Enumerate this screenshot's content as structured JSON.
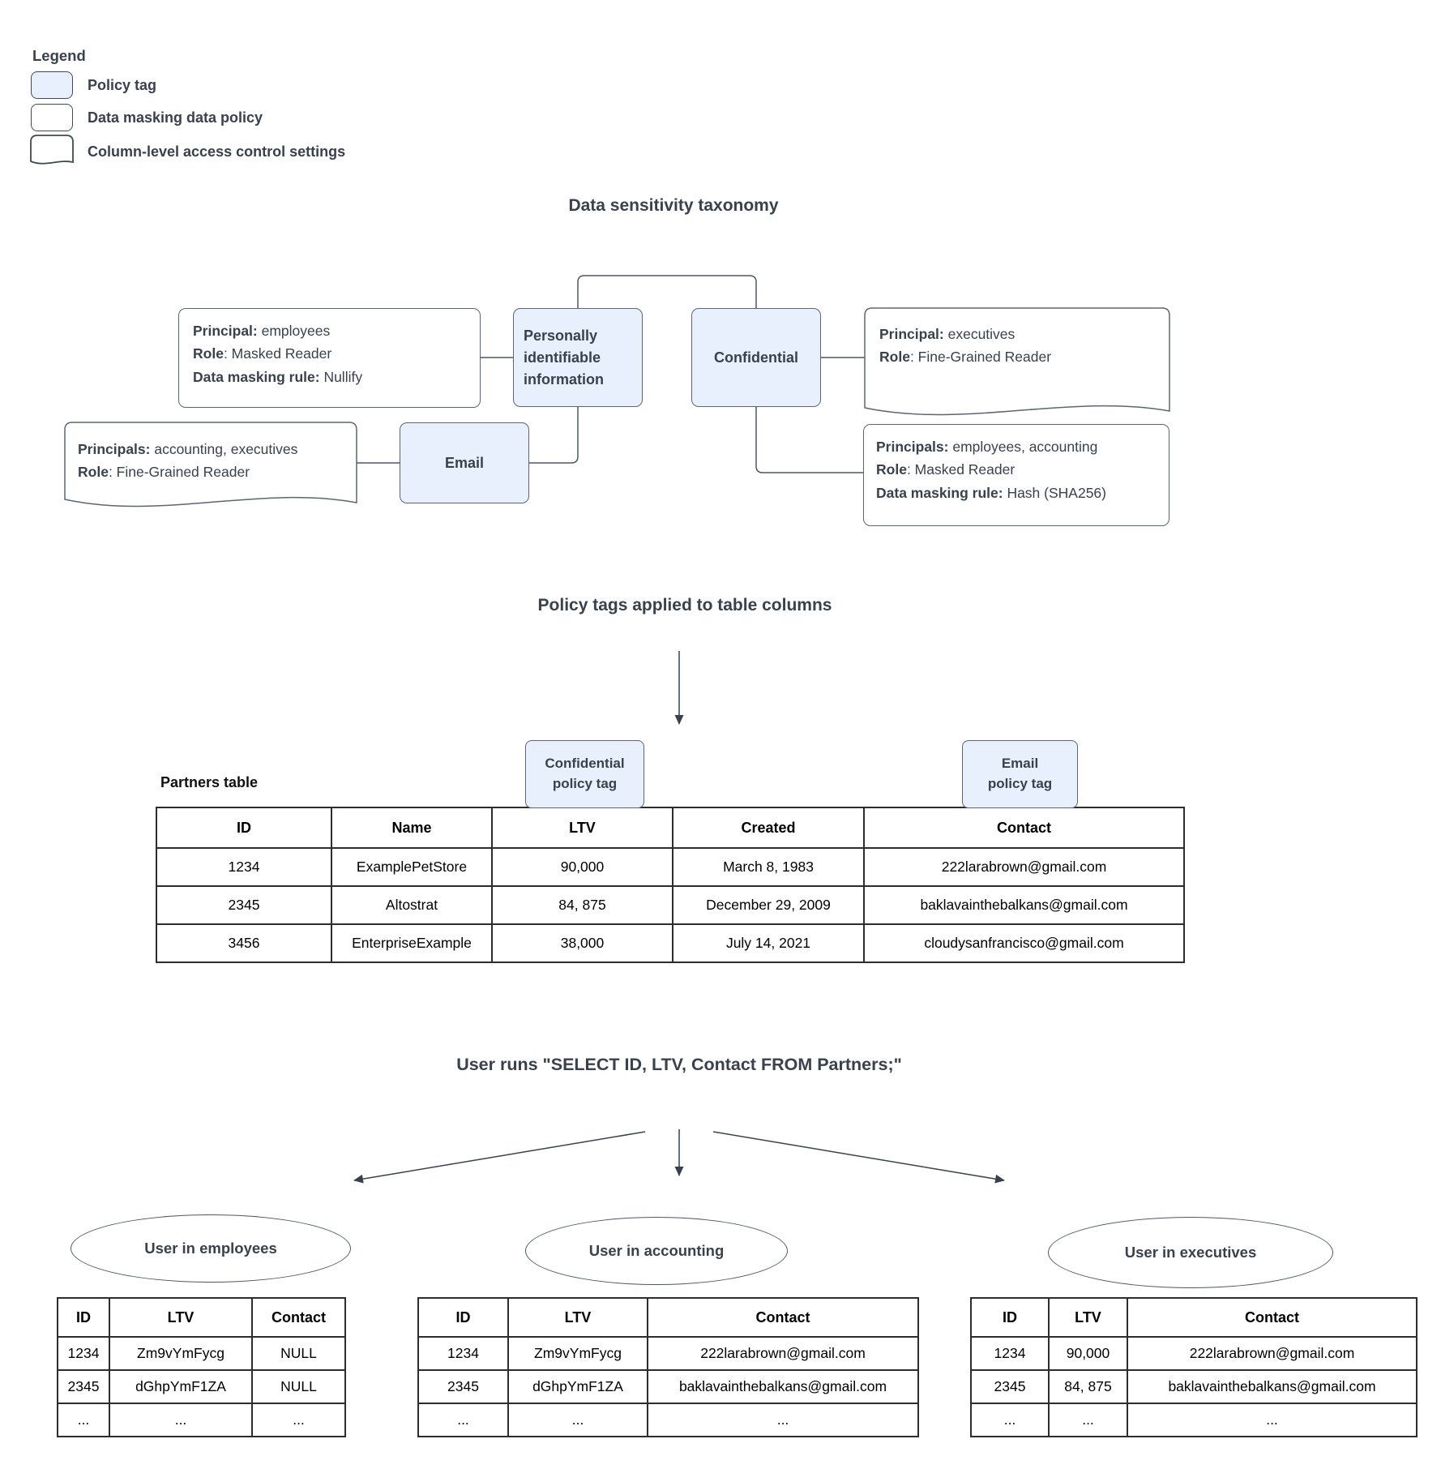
{
  "colors": {
    "policy_tag_fill": "#e8f0fe",
    "shape_line": "#5b6673",
    "text_dark": "#38414d",
    "table_border": "#2d2d2d"
  },
  "legend": {
    "title": "Legend",
    "items": [
      {
        "label": "Policy tag"
      },
      {
        "label": "Data masking data policy"
      },
      {
        "label": "Column-level access control settings"
      }
    ]
  },
  "taxonomy": {
    "title": "Data sensitivity taxonomy",
    "nodes": {
      "pii": "Personally identifiable information",
      "confidential": "Confidential",
      "email": "Email"
    },
    "policies": {
      "employees_nullify": {
        "lines": [
          {
            "label": "Principal:",
            "value": " employees"
          },
          {
            "label": "Role",
            "value": ": Masked Reader"
          },
          {
            "label": "Data masking rule:",
            "value": " Nullify"
          }
        ]
      },
      "accounting_executives": {
        "lines": [
          {
            "label": "Principals:",
            "value": " accounting, executives"
          },
          {
            "label": "Role",
            "value": ": Fine-Grained Reader"
          }
        ]
      },
      "executives_finegrained": {
        "lines": [
          {
            "label": "Principal:",
            "value": " executives"
          },
          {
            "label": "Role",
            "value": ": Fine-Grained Reader"
          }
        ]
      },
      "employees_accounting_hash": {
        "lines": [
          {
            "label": "Principals:",
            "value": " employees, accounting"
          },
          {
            "label": "Role",
            "value": ": Masked Reader"
          },
          {
            "label": "Data masking rule:",
            "value": " Hash (SHA256)"
          }
        ]
      }
    }
  },
  "applied": {
    "title": "Policy tags applied to table columns",
    "table_label": "Partners table",
    "tags": [
      {
        "line1": "Confidential",
        "line2": "policy tag"
      },
      {
        "line1": "Email",
        "line2": "policy tag"
      }
    ],
    "partners_table": {
      "headers": [
        "ID",
        "Name",
        "LTV",
        "Created",
        "Contact"
      ],
      "rows": [
        [
          "1234",
          "ExamplePetStore",
          "90,000",
          "March 8, 1983",
          "222larabrown@gmail.com"
        ],
        [
          "2345",
          "Altostrat",
          "84, 875",
          "December 29, 2009",
          "baklavainthebalkans@gmail.com"
        ],
        [
          "3456",
          "EnterpriseExample",
          "38,000",
          "July 14, 2021",
          "cloudysanfrancisco@gmail.com"
        ]
      ]
    }
  },
  "query": {
    "title": "User runs \"SELECT ID, LTV, Contact FROM Partners;\""
  },
  "results": [
    {
      "user": "User in employees",
      "headers": [
        "ID",
        "LTV",
        "Contact"
      ],
      "rows": [
        [
          "1234",
          "Zm9vYmFycg",
          "NULL"
        ],
        [
          "2345",
          "dGhpYmF1ZA",
          "NULL"
        ],
        [
          "...",
          "...",
          "..."
        ]
      ]
    },
    {
      "user": "User in accounting",
      "headers": [
        "ID",
        "LTV",
        "Contact"
      ],
      "rows": [
        [
          "1234",
          "Zm9vYmFycg",
          "222larabrown@gmail.com"
        ],
        [
          "2345",
          "dGhpYmF1ZA",
          "baklavainthebalkans@gmail.com"
        ],
        [
          "...",
          "...",
          "..."
        ]
      ]
    },
    {
      "user": "User in executives",
      "headers": [
        "ID",
        "LTV",
        "Contact"
      ],
      "rows": [
        [
          "1234",
          "90,000",
          "222larabrown@gmail.com"
        ],
        [
          "2345",
          "84, 875",
          "baklavainthebalkans@gmail.com"
        ],
        [
          "...",
          "...",
          "..."
        ]
      ]
    }
  ]
}
